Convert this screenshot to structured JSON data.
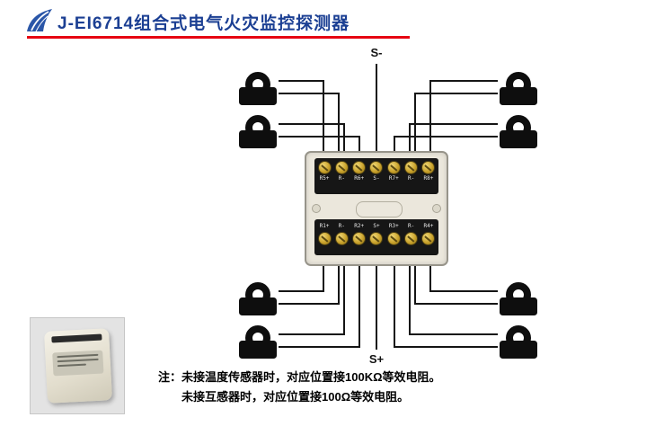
{
  "header": {
    "title": "J-EI6714组合式电气火灾监控探测器"
  },
  "diagram": {
    "bus_top_label": "S-",
    "bus_bottom_label": "S+",
    "device": {
      "top_terminals": [
        "R5+",
        "R-",
        "R6+",
        "S-",
        "R7+",
        "R-",
        "R8+"
      ],
      "bottom_terminals": [
        "R1+",
        "R-",
        "R2+",
        "S+",
        "R3+",
        "R-",
        "R4+"
      ]
    },
    "sensor_icon": "current-transformer",
    "sensor_count": 8
  },
  "note": {
    "prefix": "注：",
    "line1": "未接温度传感器时，对应位置接100KΩ等效电阻。",
    "line2": "未接互感器时，对应位置接100Ω等效电阻。"
  },
  "colors": {
    "title_blue": "#1b3f93",
    "accent_red": "#e60012",
    "wire_black": "#151515",
    "screw_gold": "#c9a22b",
    "device_body": "#ebe7dc"
  }
}
